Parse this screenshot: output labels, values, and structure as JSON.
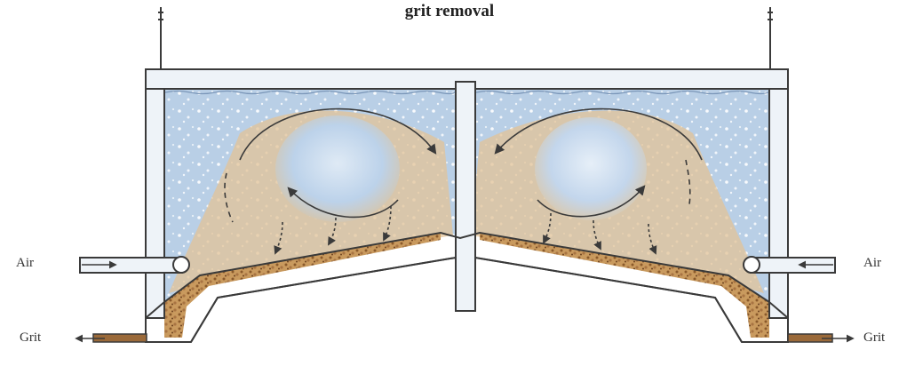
{
  "diagram": {
    "title": "grit removal",
    "labels": {
      "air_left": "Air",
      "air_right": "Air",
      "grit_left": "Grit",
      "grit_right": "Grit"
    },
    "colors": {
      "outline": "#3a3a3a",
      "water": "#b9cfe6",
      "grit": "#d9b27c",
      "wall": "#eef3f8"
    }
  }
}
